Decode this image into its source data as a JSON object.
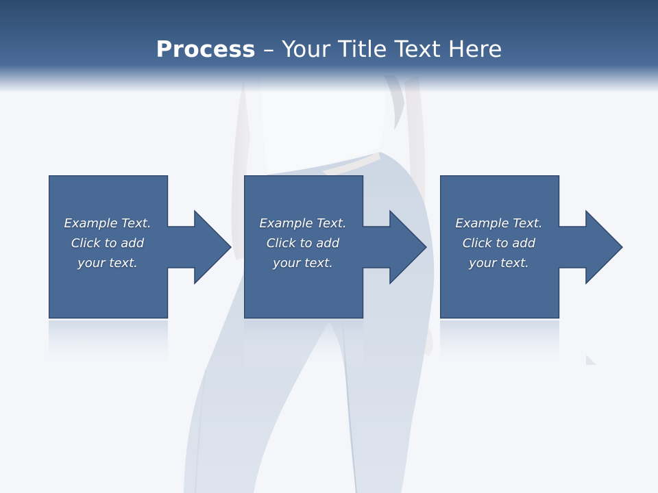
{
  "slide": {
    "title_bold": "Process",
    "title_rest": " – Your Title Text Here"
  },
  "steps": [
    {
      "line1": "Example Text.",
      "line2": "Click  to add",
      "line3": "your text."
    },
    {
      "line1": "Example Text.",
      "line2": "Click  to add",
      "line3": "your text."
    },
    {
      "line1": "Example Text.",
      "line2": "Click  to add",
      "line3": "your text."
    }
  ],
  "colors": {
    "header": "#3b5b84",
    "shape_fill": "#4a6a96",
    "shape_stroke": "#2d4466",
    "text": "#ffffff"
  }
}
